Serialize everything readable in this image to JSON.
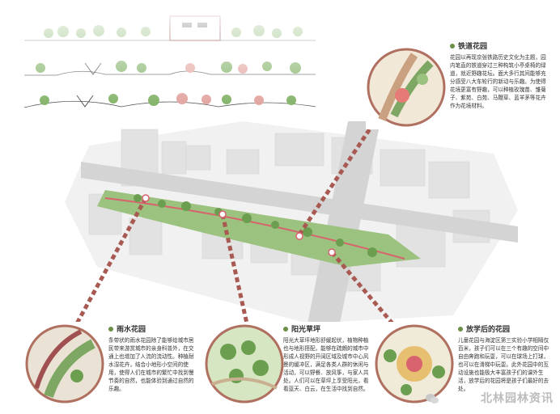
{
  "railway": {
    "title": "铁道花园",
    "text": "花园以再现京张铁路历史文化为主题，园内笔直的铁道穿过三种构筑小亭桌椅的绿道，就近野趣花坛。面大多行其间能够充分感受八大车轮行的新动与乐趣。为使得花境更富有野趣，可以种植玫瑰苗、雏菊子、紫苑、白苑、马鞭草、蓝羊茅等花卉作为花境材料。"
  },
  "rain": {
    "title": "雨水花园",
    "text": "条带状的雨水花园除了能够给城市居民带来游赏城市的亲身科普外，在交通上也增加了人流的流动性。种植耐水湿花卉，结合小地形小空间的使用，使得人们在城市的繁忙中找到慢节奏的自然，也能体验到通过自然的乐趣。"
  },
  "sun": {
    "title": "阳光草坪",
    "text": "阳光大草坪地形舒缓起伏，植物种植也与地形搭配，能够在疏朗的城市中形成人视野的开阔区域及城市中心风景的缓冲区，满足各类人群的休闲与活动，可以野餐、放风筝，与家人共处。人们可以在草坪上享受阳光，看看蓝天、白云，在生活中找到自然。"
  },
  "kids": {
    "title": "放学后的花园",
    "text": "儿童花园与海淀区第三实验小学相隔仅百米，孩子们可以在三个有趣的空间中自由奔跑和玩耍，可以在球场上打球，也可以在滑梯中玩耍。此外花园中的互动设施也能极大丰富孩子们的课外生活，放学后的花园将是孩子们最好的去处。"
  },
  "watermark": "北林园林资讯",
  "colors": {
    "route": "#a85a52",
    "tree": "#7fb06a",
    "accent": "#d8626e"
  }
}
